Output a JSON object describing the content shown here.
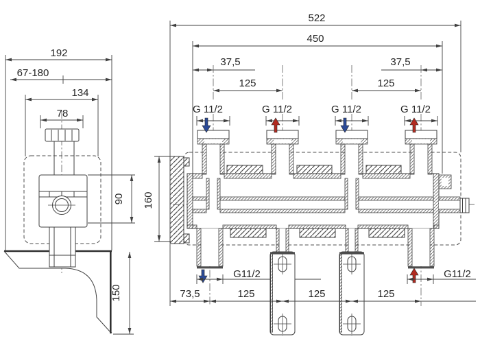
{
  "colors": {
    "line": "#3f3f3f",
    "flow_down": "#2b4a97",
    "flow_up": "#b22a20",
    "cap": "#4e4e4e"
  },
  "side_view": {
    "dims": {
      "overall_width": "192",
      "adjustment_range": "67-180",
      "body_width": "134",
      "nut_width": "78",
      "body_height": "90",
      "bracket_height": "150"
    }
  },
  "front_view": {
    "dims": {
      "overall_width": "522",
      "port_span": "450",
      "end_offset_left": "37,5",
      "end_offset_right": "37,5",
      "pitch_top_left": "125",
      "pitch_top_right": "125",
      "plate_height": "160",
      "bottom_offset": "73,5",
      "pitch_bottom_1": "125",
      "pitch_bottom_2": "125",
      "pitch_bottom_3": "125"
    },
    "top_ports": [
      {
        "label": "G 11/2",
        "flow": "down"
      },
      {
        "label": "G 11/2",
        "flow": "up"
      },
      {
        "label": "G 11/2",
        "flow": "down"
      },
      {
        "label": "G 11/2",
        "flow": "up"
      }
    ],
    "bottom_ports": [
      {
        "label": "G11/2",
        "flow": "down"
      },
      {
        "label": "G11/2",
        "flow": "up"
      }
    ]
  }
}
